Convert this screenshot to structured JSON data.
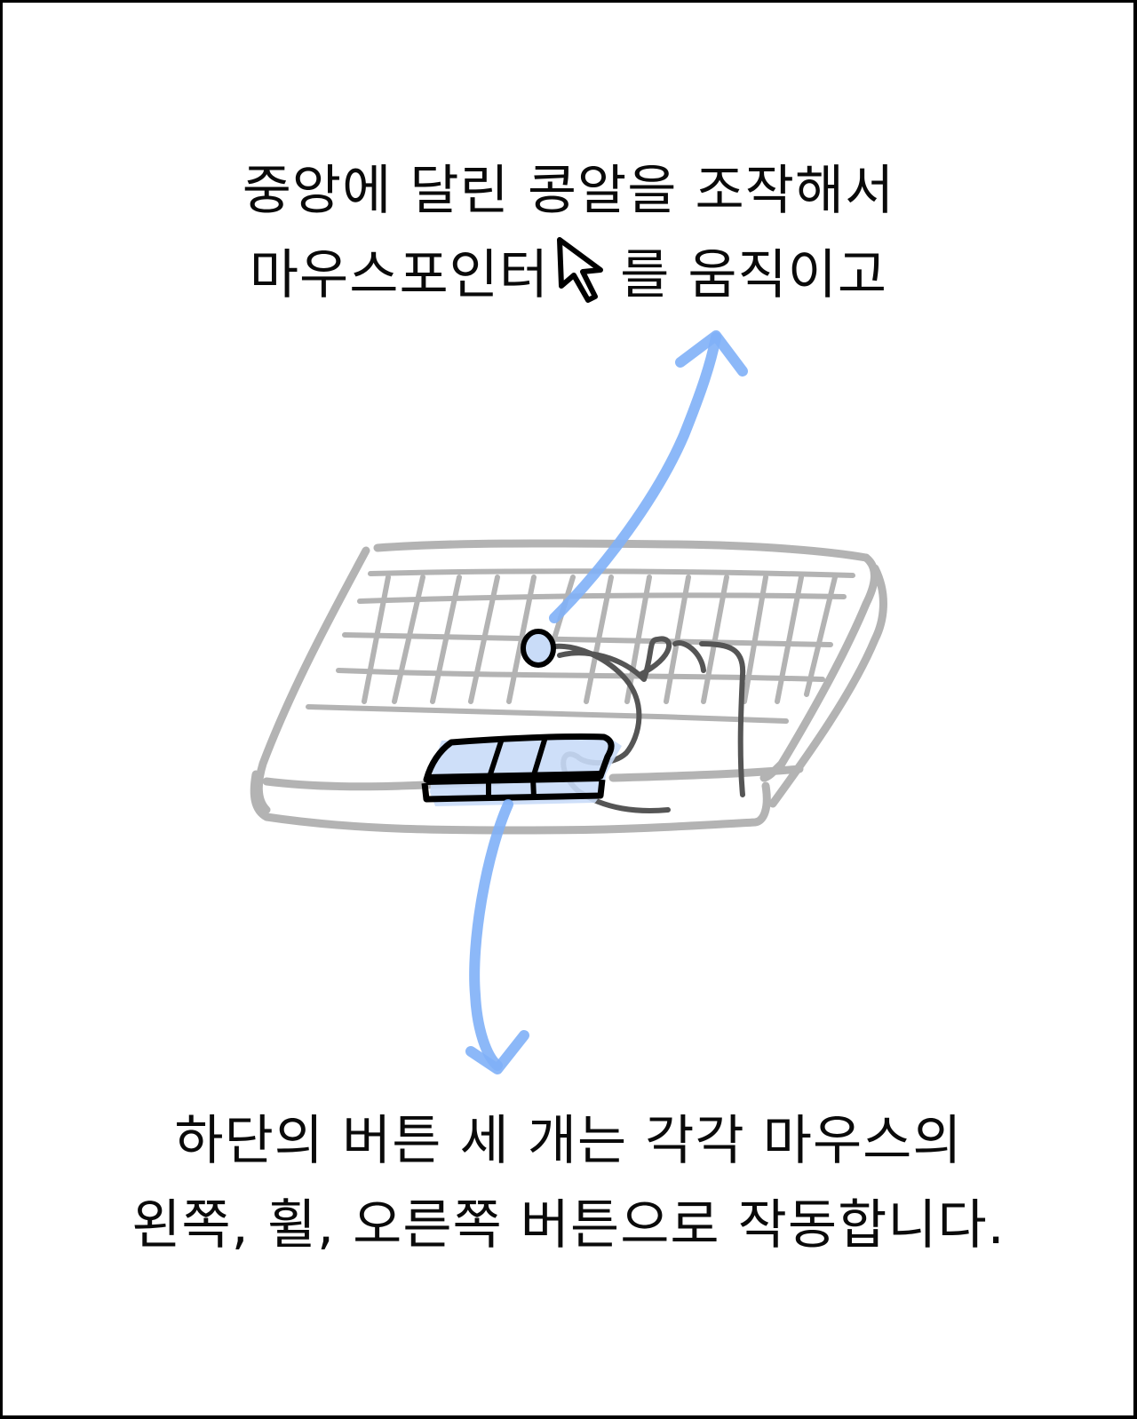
{
  "illustration": {
    "subject": "keyboard with built-in trackball and three mouse buttons",
    "colors": {
      "frame": "#000000",
      "keyboard_outline": "#b3b3b3",
      "cable": "#555555",
      "accent_fill": "#c9dcf8",
      "arrow": "#7fb0f7",
      "ink": "#000000"
    }
  },
  "caption_top": {
    "line1": "중앙에 달린 콩알을 조작해서",
    "line2_before_icon": "마우스포인터",
    "line2_icon": "mouse-pointer-icon",
    "line2_after_icon": "를 움직이고"
  },
  "caption_bottom": {
    "line1": "하단의 버튼 세 개는 각각 마우스의",
    "line2": "왼쪽, 휠, 오른쪽 버튼으로 작동합니다."
  }
}
